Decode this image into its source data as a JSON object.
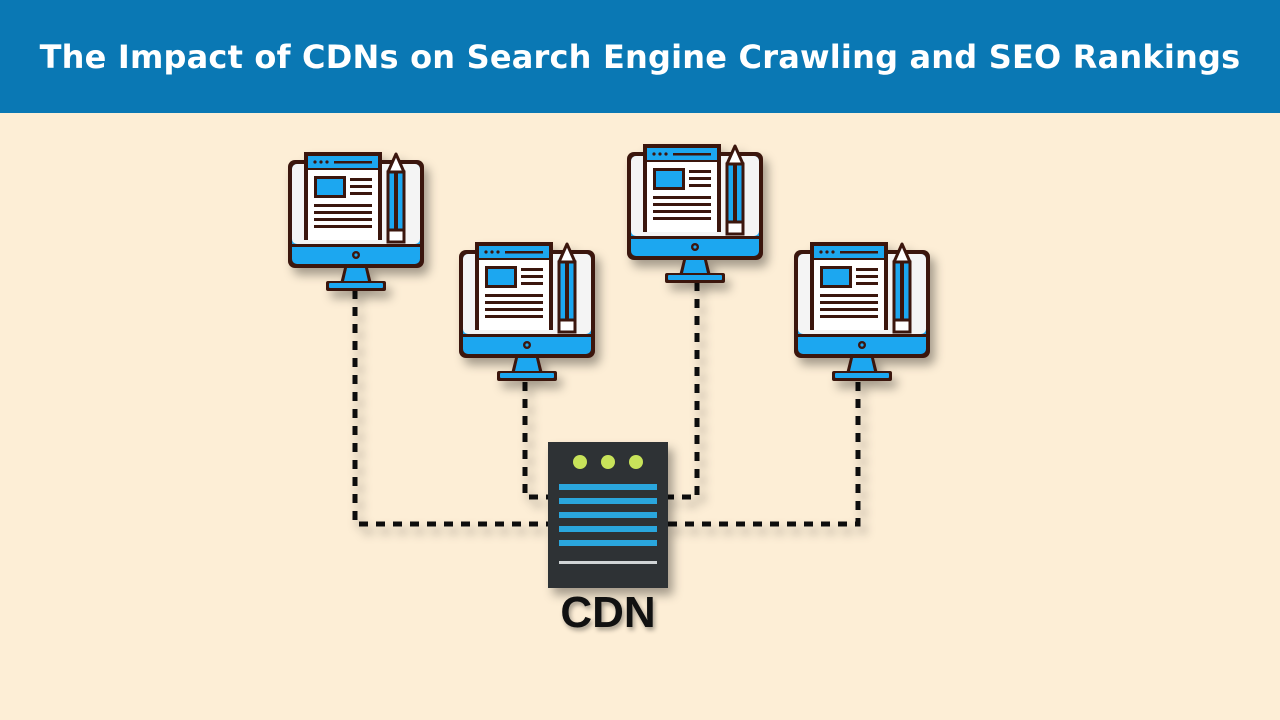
{
  "header": {
    "title": "The Impact of CDNs on Search Engine Crawling and SEO Rankings"
  },
  "diagram": {
    "hub_label": "CDN",
    "node_count": 4,
    "colors": {
      "banner": "#0a78b4",
      "background": "#fdeed6",
      "screen_blue": "#1ea7f0",
      "outline": "#3b1410",
      "server": "#2e3336",
      "server_lights": "#c8e35a",
      "server_bars": "#2aa6dd"
    },
    "icons": [
      "monitor-icon",
      "monitor-icon",
      "monitor-icon",
      "monitor-icon",
      "server-icon"
    ]
  }
}
